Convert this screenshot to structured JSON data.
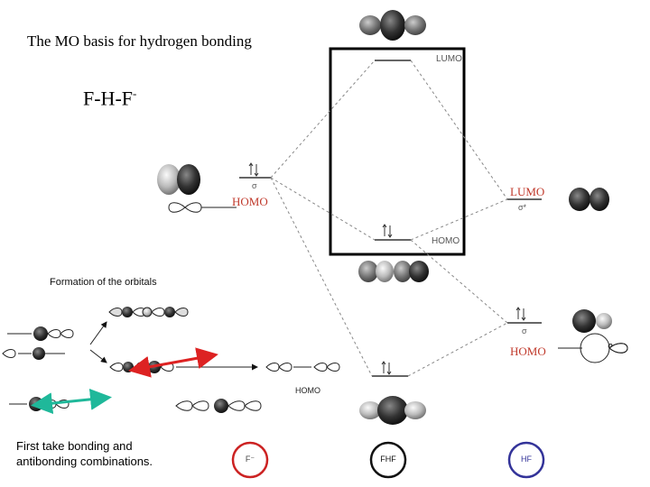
{
  "title": "The MO basis for hydrogen bonding",
  "formula": {
    "base": "F-H-F",
    "charge": "-"
  },
  "diagram": {
    "lumo_top_label": "LUMO",
    "homo_mid_label": "HOMO",
    "sigma": "σ",
    "sigma_star": "σ*",
    "left_homo_label": "HOMO",
    "right_lumo_label": "LUMO",
    "right_homo_label": "HOMO",
    "small_homo_label": "HOMO",
    "formation_label": "Formation of the orbitals"
  },
  "note": {
    "line1": "First take bonding and",
    "line2": "antibonding combinations."
  },
  "legend": [
    {
      "label": "F⁻",
      "color": "#cc2222"
    },
    {
      "label": "FHF",
      "color": "#111111"
    },
    {
      "label": "HF",
      "color": "#333399"
    }
  ],
  "colors": {
    "highlight_box": "#000000",
    "red_arrow": "#dd2222",
    "teal_arrow": "#1fb89a"
  }
}
